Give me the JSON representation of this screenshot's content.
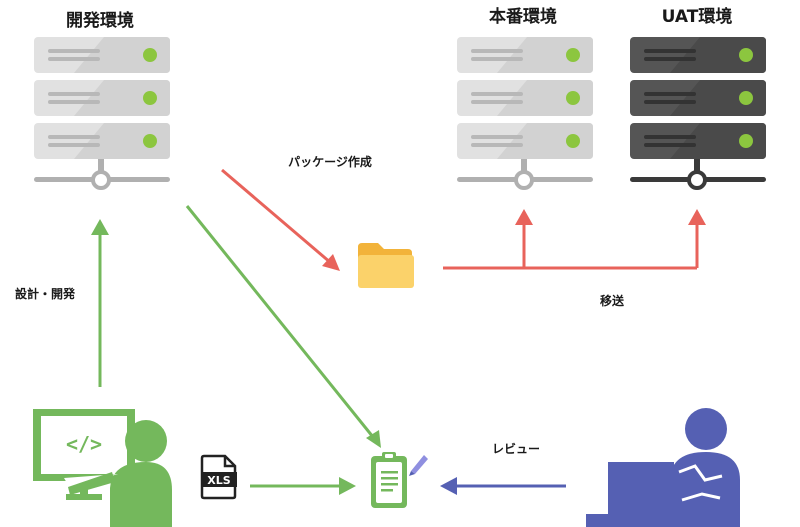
{
  "labels": {
    "dev_env": "開発環境",
    "prod_env": "本番環境",
    "uat_env": "UAT環境",
    "package_create": "パッケージ作成",
    "design_dev": "設計・開発",
    "transfer": "移送",
    "review": "レビュー",
    "xls": "XLS",
    "code_tag": "</>"
  },
  "colors": {
    "server_light": "#e1e1e1",
    "server_dark": "#555555",
    "indicator": "#8cc63f",
    "green": "#74b85c",
    "red": "#e8635b",
    "blue": "#5560b3",
    "folder_yellow": "#fbd26a",
    "folder_tab": "#f2b33a"
  },
  "icons": {
    "servers": [
      "server-rack-icon",
      "server-rack-icon",
      "server-rack-dark-icon"
    ],
    "developer": "developer-icon",
    "reviewer": "reviewer-icon",
    "folder": "folder-icon",
    "clipboard": "clipboard-icon",
    "xls_file": "xls-file-icon"
  }
}
